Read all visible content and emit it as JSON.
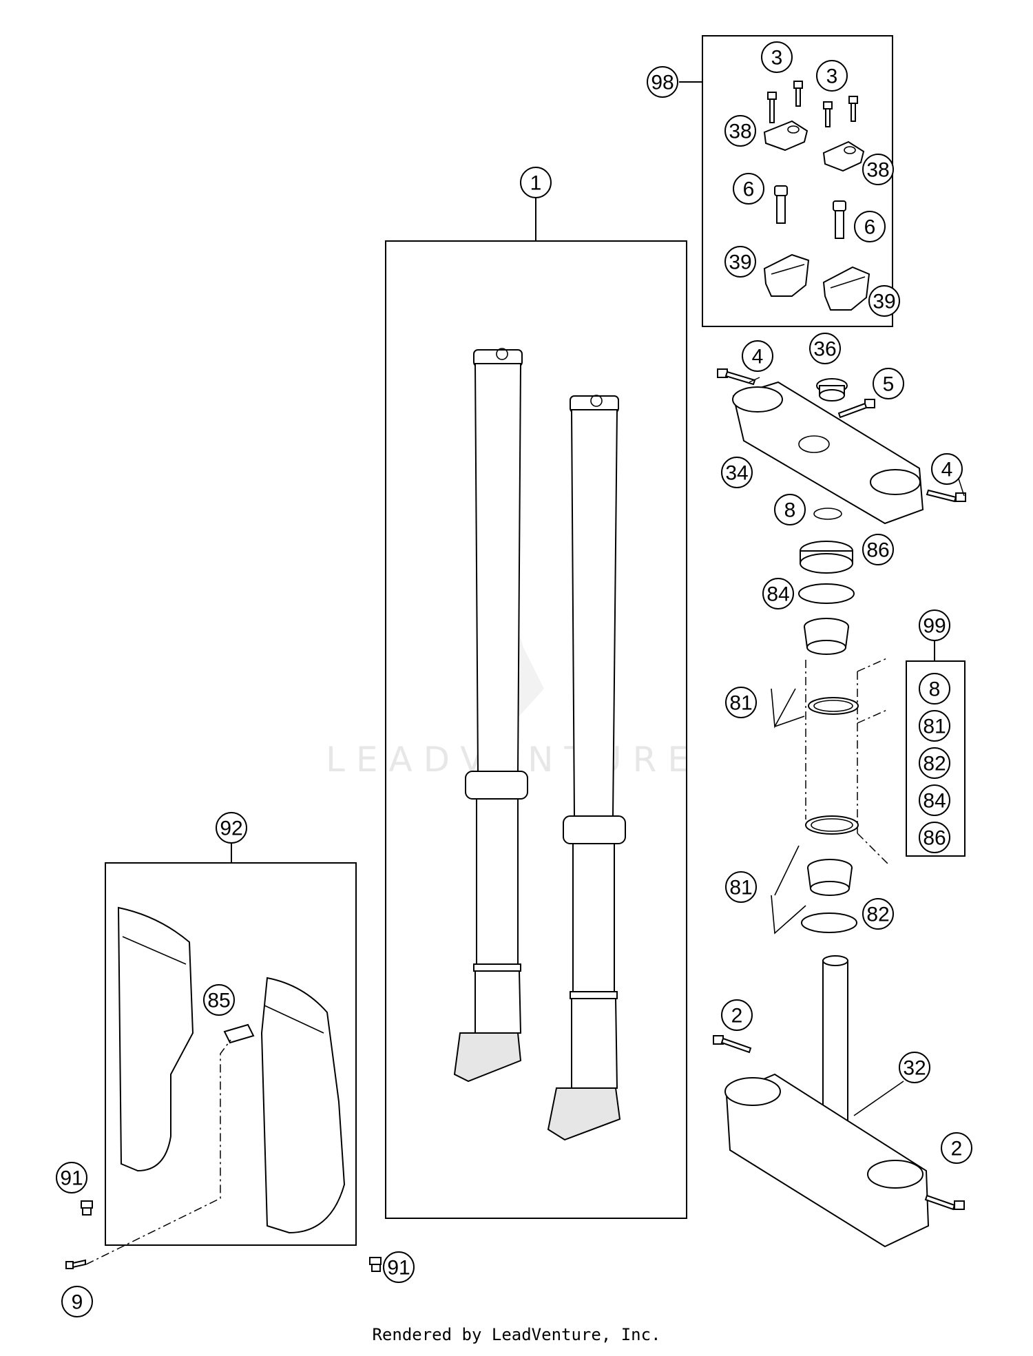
{
  "footer": "Rendered by LeadVenture, Inc.",
  "watermark": "LEADVENTURE",
  "callouts": [
    {
      "id": "c98",
      "label": "98"
    },
    {
      "id": "c3a",
      "label": "3"
    },
    {
      "id": "c3b",
      "label": "3"
    },
    {
      "id": "c38a",
      "label": "38"
    },
    {
      "id": "c38b",
      "label": "38"
    },
    {
      "id": "c6a",
      "label": "6"
    },
    {
      "id": "c6b",
      "label": "6"
    },
    {
      "id": "c39a",
      "label": "39"
    },
    {
      "id": "c39b",
      "label": "39"
    },
    {
      "id": "c1",
      "label": "1"
    },
    {
      "id": "c4a",
      "label": "4"
    },
    {
      "id": "c36",
      "label": "36"
    },
    {
      "id": "c5",
      "label": "5"
    },
    {
      "id": "c34",
      "label": "34"
    },
    {
      "id": "c4b",
      "label": "4"
    },
    {
      "id": "c8",
      "label": "8"
    },
    {
      "id": "c86",
      "label": "86"
    },
    {
      "id": "c84",
      "label": "84"
    },
    {
      "id": "c99",
      "label": "99"
    },
    {
      "id": "c81a",
      "label": "81"
    },
    {
      "id": "c81b",
      "label": "81"
    },
    {
      "id": "c82",
      "label": "82"
    },
    {
      "id": "c92",
      "label": "92"
    },
    {
      "id": "c85",
      "label": "85"
    },
    {
      "id": "c2a",
      "label": "2"
    },
    {
      "id": "c32",
      "label": "32"
    },
    {
      "id": "c2b",
      "label": "2"
    },
    {
      "id": "c91a",
      "label": "91"
    },
    {
      "id": "c91b",
      "label": "91"
    },
    {
      "id": "c9",
      "label": "9"
    }
  ],
  "kit_99_items": [
    "8",
    "81",
    "82",
    "84",
    "86"
  ]
}
